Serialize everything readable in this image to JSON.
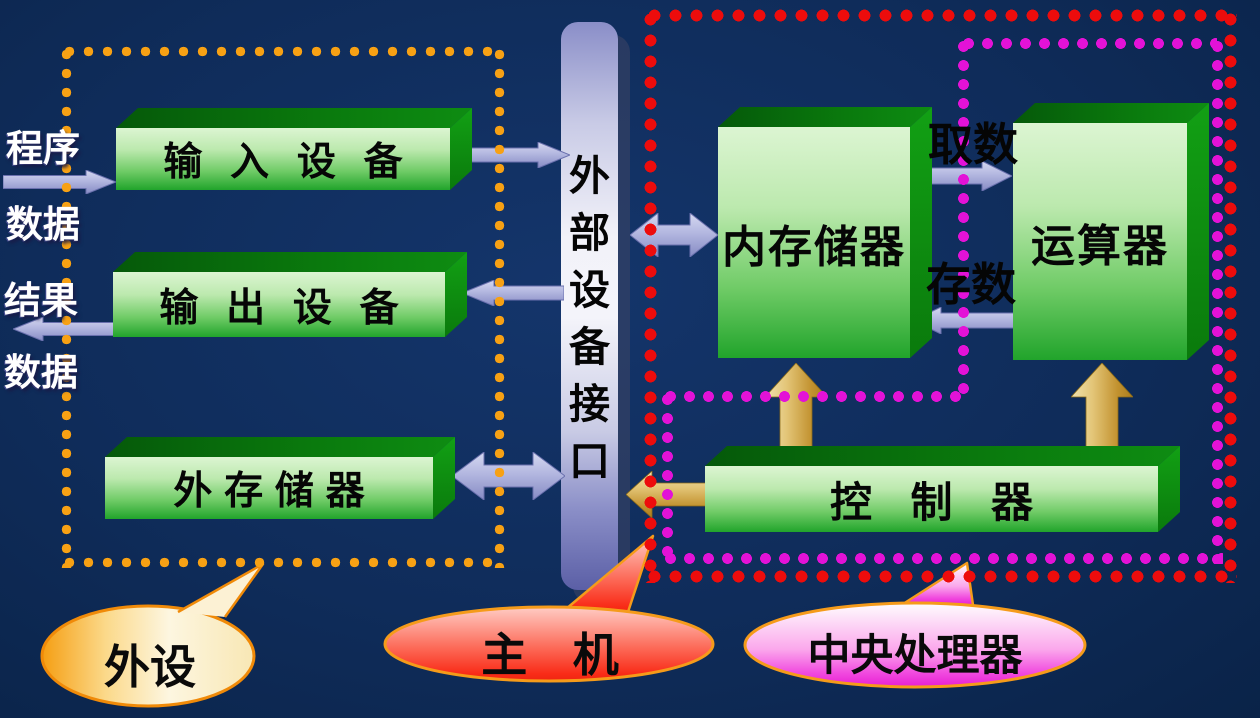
{
  "groups": {
    "peripherals": {
      "label": "外设",
      "border_color": "#F7A114"
    },
    "host": {
      "label": "主 机",
      "border_color": "#ED0C0C"
    },
    "cpu": {
      "label": "中央处理器",
      "border_color": "#E312D7"
    }
  },
  "io_flow": {
    "in_line1": "程序",
    "in_line2": "数据",
    "out_line1": "结果",
    "out_line2": "数据"
  },
  "devices": {
    "input": "输 入 设 备",
    "output": "输 出 设 备",
    "external_storage": "外 存 储 器",
    "memory": "内存储器",
    "alu": "运算器",
    "controller": "控 制 器"
  },
  "interface_bar": {
    "full_text": "外部设备接口",
    "chars": [
      "外",
      "部",
      "设",
      "备",
      "接",
      "口"
    ]
  },
  "bus_labels": {
    "fetch": "取数",
    "store": "存数"
  },
  "colors": {
    "background": "#0F2C5A",
    "peripheral_dots": "#F7A114",
    "host_dots": "#ED0C0C",
    "cpu_dots": "#E312D7",
    "box_face_green_top": "#DCF5D2",
    "box_face_green_bottom": "#21A42B",
    "box_side_green": "#0E8C12",
    "arrow_lavender": "#B3B7E0",
    "arrow_gold": "#D9B765",
    "interface_bar_fill": "#F2F2F9",
    "callout_peripherals_fill": "#FDF6E0",
    "callout_host_fill": "#F92C18",
    "callout_cpu_fill": "#EE22D6"
  }
}
